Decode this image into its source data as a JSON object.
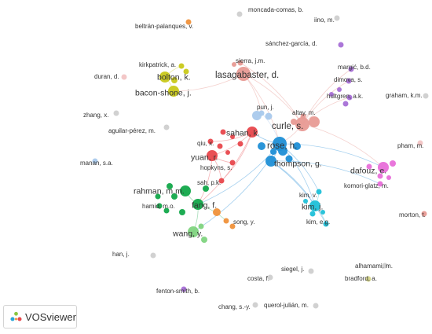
{
  "app": {
    "name": "VOSviewer"
  },
  "clusters": {
    "red": "#e8474c",
    "blue": "#1f8fd6",
    "green": "#12a84a",
    "yellow": "#c9c91a",
    "purple": "#a76fd6",
    "pink": "#e86fd9",
    "cyan": "#1fc0d8",
    "orange": "#f0913a",
    "lightgreen": "#7fd47f",
    "salmon": "#e89a94",
    "lightblue": "#a9c9ec",
    "grey": "#cfcfcf",
    "olive": "#d6d68a",
    "lightpink": "#f2c4c4"
  },
  "nodes": [
    {
      "label": "moncada-comas, b.",
      "c": "grey",
      "size": "s"
    },
    {
      "label": "iino, m.",
      "c": "grey",
      "size": "s"
    },
    {
      "label": "beltrán-palanques, v.",
      "c": "orange",
      "size": "s"
    },
    {
      "label": "sánchez-garcía, d.",
      "c": "purple",
      "size": "s"
    },
    {
      "label": "kirkpatrick, a.",
      "c": "yellow",
      "size": "s"
    },
    {
      "label": "sierra, j.m.",
      "c": "salmon",
      "size": "s"
    },
    {
      "label": "bolton, k.",
      "c": "yellow",
      "size": "m"
    },
    {
      "label": "lasagabaster, d.",
      "c": "salmon",
      "size": "l"
    },
    {
      "label": "margić, b.d.",
      "c": "purple",
      "size": "s"
    },
    {
      "label": "duran, d.",
      "c": "lightpink",
      "size": "s"
    },
    {
      "label": "dimova, s.",
      "c": "purple",
      "size": "s"
    },
    {
      "label": "bacon-shone, j.",
      "c": "yellow",
      "size": "m"
    },
    {
      "label": "hultgren, a.k.",
      "c": "purple",
      "size": "s"
    },
    {
      "label": "graham, k.m.",
      "c": "grey",
      "size": "s"
    },
    {
      "label": "pun, j.",
      "c": "lightblue",
      "size": "s"
    },
    {
      "label": "zhang, x.",
      "c": "grey",
      "size": "s"
    },
    {
      "label": "altay, m.",
      "c": "salmon",
      "size": "s"
    },
    {
      "label": "curle, s.",
      "c": "salmon",
      "size": "l"
    },
    {
      "label": "aguilar-pérez, m.",
      "c": "grey",
      "size": "s"
    },
    {
      "label": "qiu, x.",
      "c": "red",
      "size": "s"
    },
    {
      "label": "rose, h.",
      "c": "blue",
      "size": "l"
    },
    {
      "label": "sahan, k.",
      "c": "red",
      "size": "m"
    },
    {
      "label": "yuan, r.",
      "c": "red",
      "size": "m"
    },
    {
      "label": "pham, m.",
      "c": "lightpink",
      "size": "s"
    },
    {
      "label": "thompson, g.",
      "c": "blue",
      "size": "m"
    },
    {
      "label": "hopkyns, s.",
      "c": "red",
      "size": "s"
    },
    {
      "label": "manan, s.a.",
      "c": "lightblue",
      "size": "s"
    },
    {
      "label": "dafouz, e.",
      "c": "pink",
      "size": "m"
    },
    {
      "label": "komori-glatz, m.",
      "c": "pink",
      "size": "s"
    },
    {
      "label": "sah, p.k.",
      "c": "red",
      "size": "s"
    },
    {
      "label": "kim, v.",
      "c": "cyan",
      "size": "s"
    },
    {
      "label": "rahman, m.m.",
      "c": "green",
      "size": "m"
    },
    {
      "label": "fang, f.",
      "c": "green",
      "size": "m"
    },
    {
      "label": "kim, j.",
      "c": "cyan",
      "size": "m"
    },
    {
      "label": "hamid, m.o.",
      "c": "green",
      "size": "s"
    },
    {
      "label": "song, y.",
      "c": "orange",
      "size": "s"
    },
    {
      "label": "kim, e.g.",
      "c": "cyan",
      "size": "s"
    },
    {
      "label": "morton, t.",
      "c": "salmon",
      "size": "s"
    },
    {
      "label": "wang, y.",
      "c": "lightgreen",
      "size": "m"
    },
    {
      "label": "han, j.",
      "c": "grey",
      "size": "s"
    },
    {
      "label": "alhamami, m.",
      "c": "grey",
      "size": "s"
    },
    {
      "label": "siegel, j.",
      "c": "grey",
      "size": "s"
    },
    {
      "label": "costa, f.",
      "c": "grey",
      "size": "s"
    },
    {
      "label": "bradford, a.",
      "c": "olive",
      "size": "s"
    },
    {
      "label": "fenton-smith, b.",
      "c": "purple",
      "size": "s"
    },
    {
      "label": "chang, s.-y.",
      "c": "grey",
      "size": "s"
    },
    {
      "label": "querol-julián, m.",
      "c": "grey",
      "size": "s"
    }
  ]
}
